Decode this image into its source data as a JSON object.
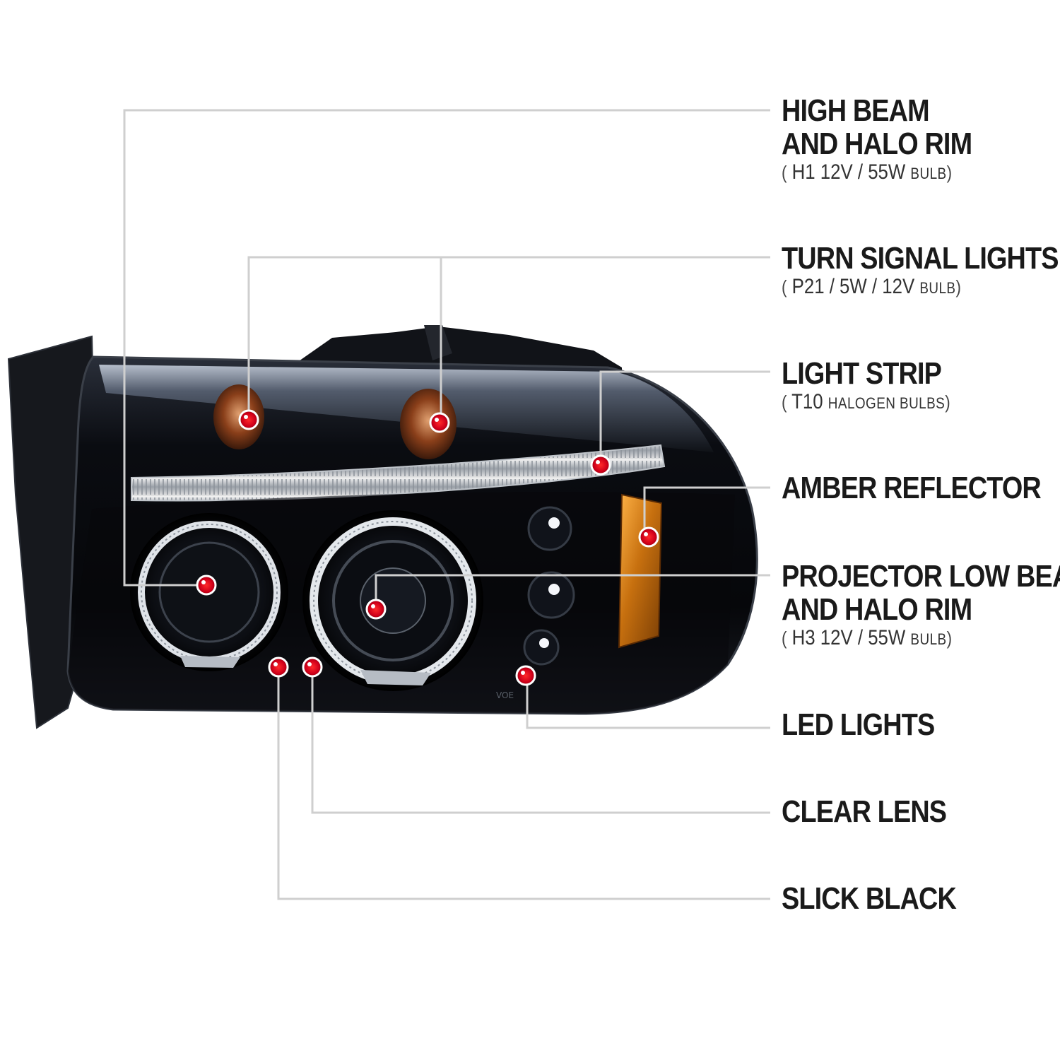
{
  "colors": {
    "background": "#ffffff",
    "leader_line": "#cfcfcf",
    "marker": "#e3001b",
    "housing": "#0b0d12",
    "amber": "#c7700f",
    "text": "#1a1a1a"
  },
  "labels": {
    "high_beam": {
      "title_1": "HIGH BEAM",
      "title_2": "AND HALO RIM",
      "sub_open": "(",
      "sub_code": "H1   12V / 55W",
      "sub_small": "BULB",
      "sub_close": ")"
    },
    "turn_signal": {
      "title_1": "TURN SIGNAL LIGHTS",
      "sub_open": "(",
      "sub_code": "P21  / 5W / 12V",
      "sub_small": "BULB",
      "sub_close": ")"
    },
    "light_strip": {
      "title_1": "LIGHT STRIP",
      "sub_open": "(",
      "sub_code": "T10",
      "sub_small": "HALOGEN BULBS",
      "sub_close": ")"
    },
    "amber_reflector": {
      "title_1": "AMBER REFLECTOR"
    },
    "projector": {
      "title_1": "PROJECTOR LOW BEAM",
      "title_2": "AND HALO RIM",
      "sub_open": "(",
      "sub_code": "H3  12V / 55W",
      "sub_small": "BULB",
      "sub_close": ")"
    },
    "led_lights": {
      "title_1": "LED LIGHTS"
    },
    "clear_lens": {
      "title_1": "CLEAR LENS"
    },
    "slick_black": {
      "title_1": "SLICK BLACK"
    }
  },
  "product": {
    "lens_marking": "VOE"
  }
}
